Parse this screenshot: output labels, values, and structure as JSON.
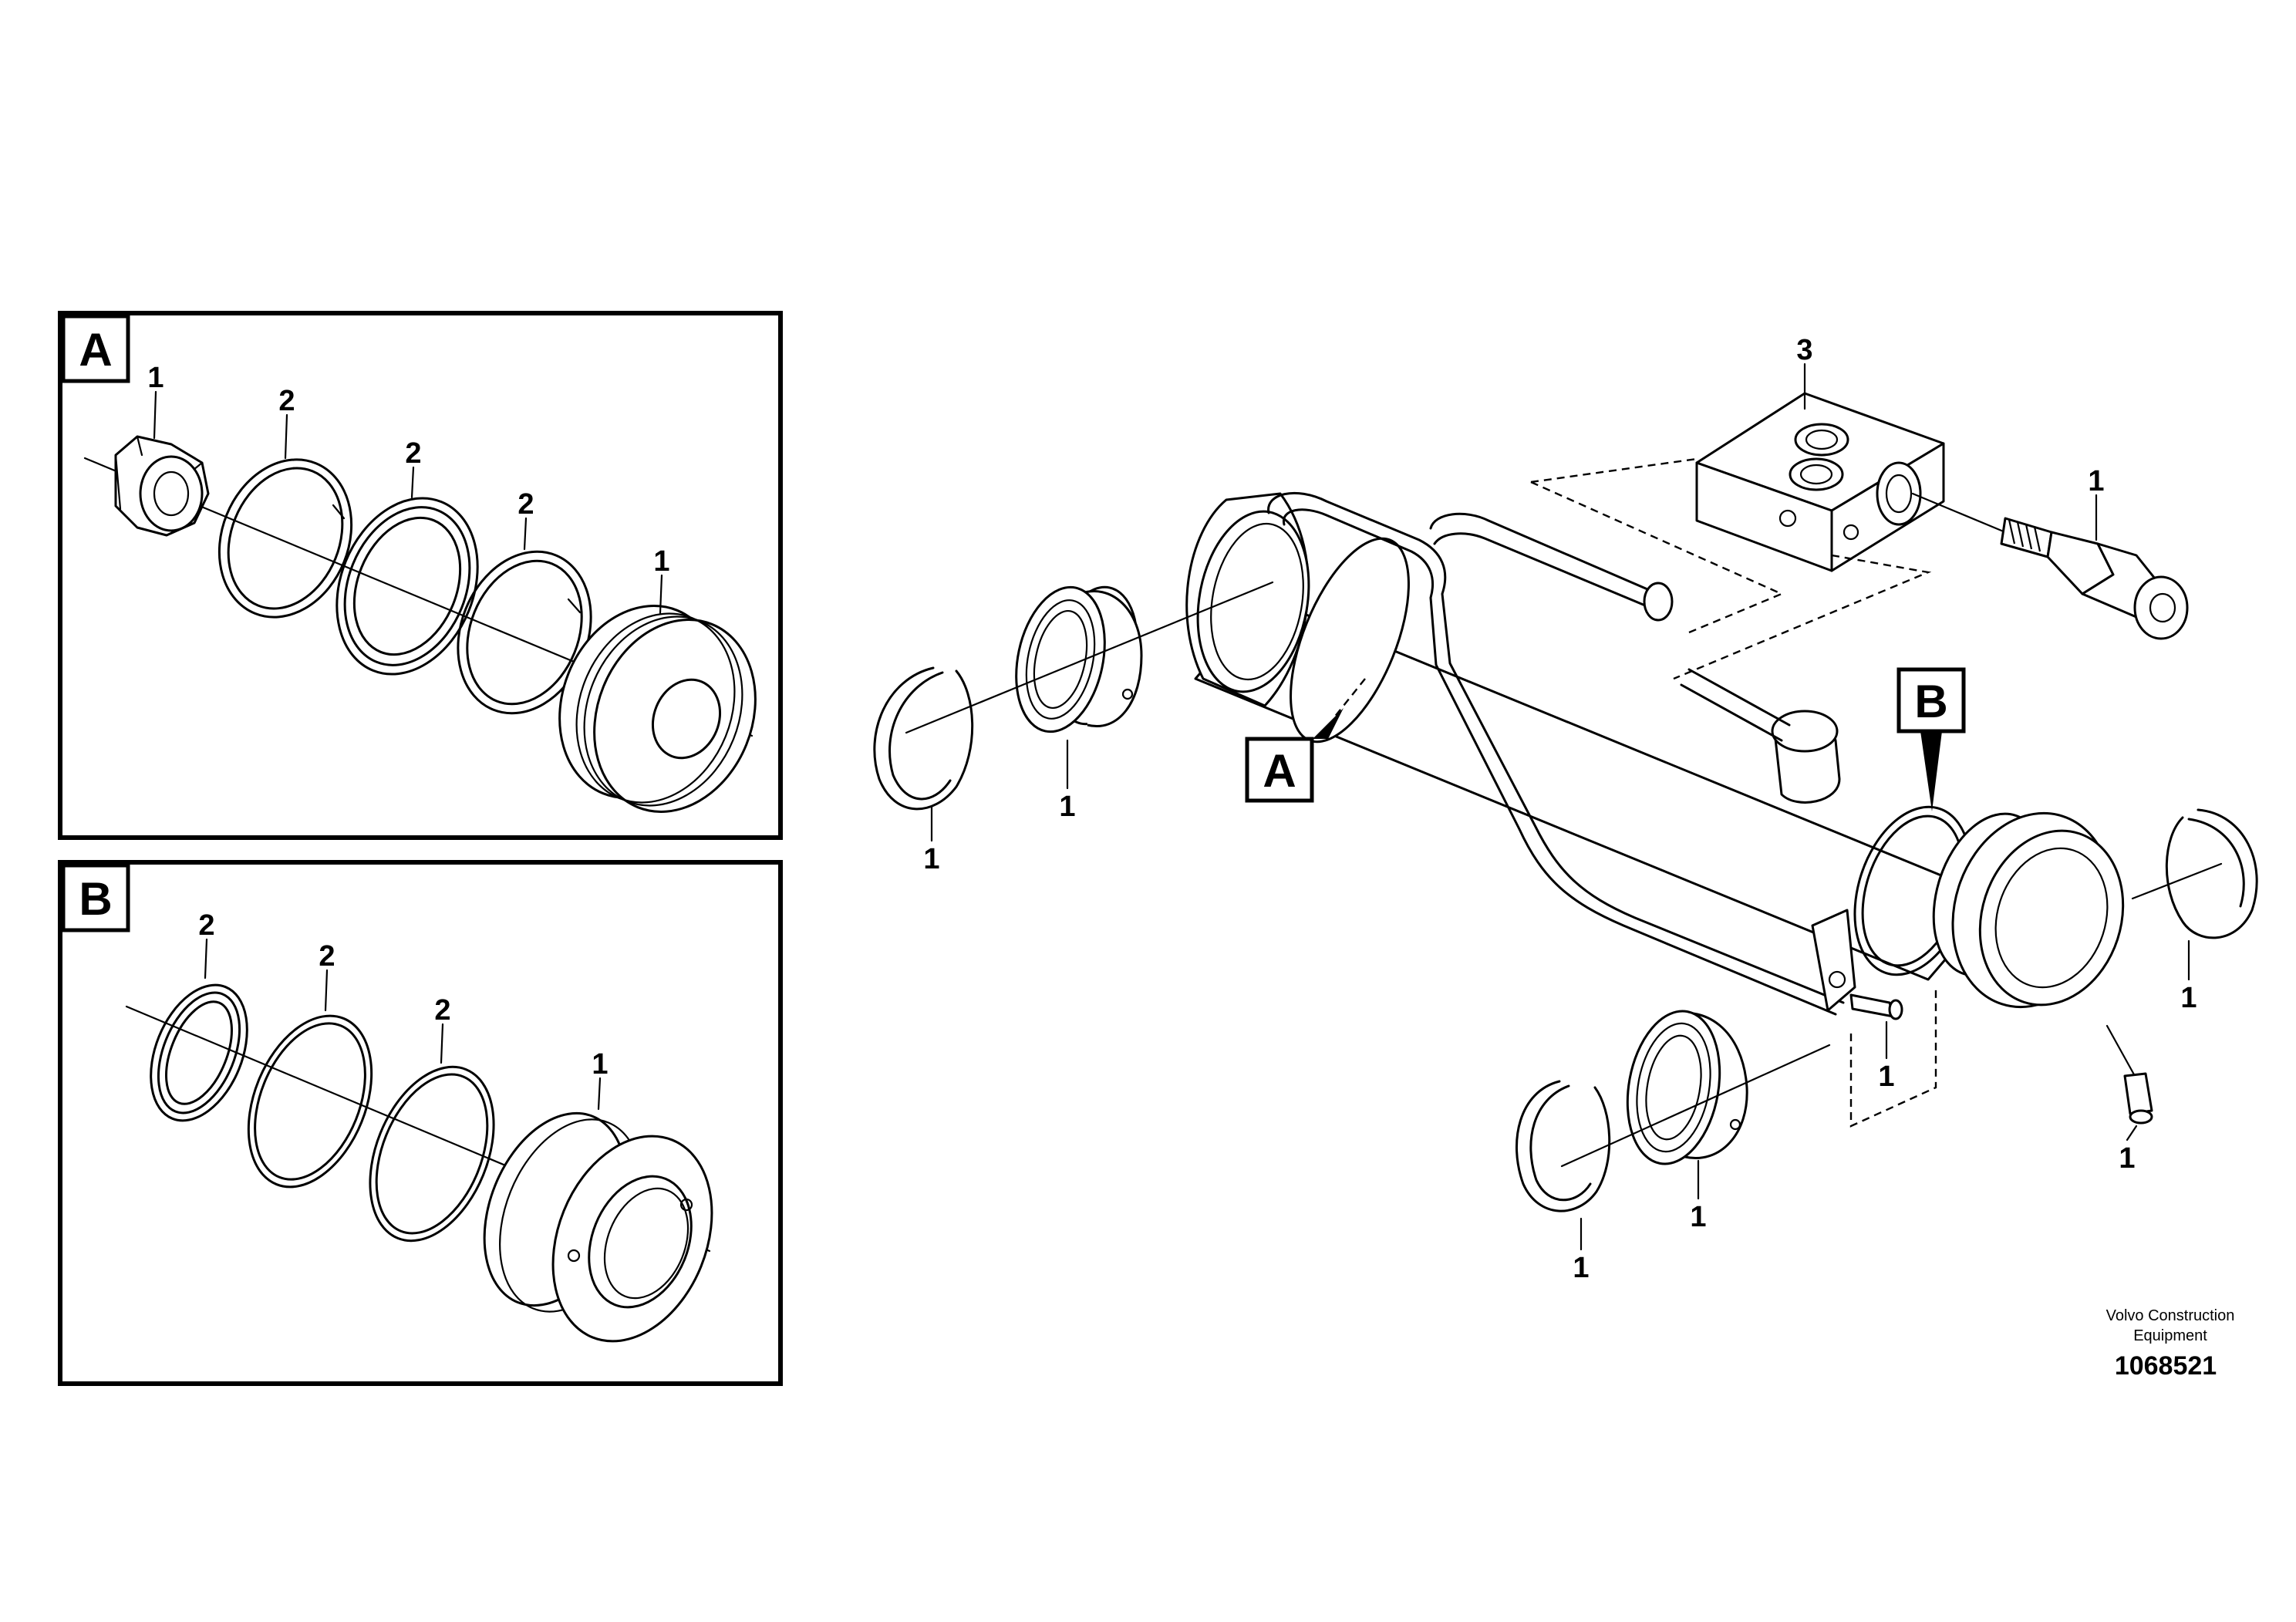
{
  "panels": {
    "a": {
      "tag": "A",
      "callouts": {
        "nut": "1",
        "ring_1": "2",
        "seal_1": "2",
        "ring_2": "2",
        "piston": "1"
      }
    },
    "b": {
      "tag": "B",
      "callouts": {
        "seal_1": "2",
        "ring_1": "2",
        "ring_2": "2",
        "guide": "1"
      }
    }
  },
  "main": {
    "tag_a": "A",
    "tag_b": "B",
    "callouts": {
      "valve_block": "3",
      "relief_valve": "1",
      "circlip_left": "1",
      "bearing_left": "1",
      "circlip_right": "1",
      "grease_nipple_lug": "1",
      "grease_nipple_eye": "1",
      "bearing_bottom": "1",
      "circlip_bottom": "1"
    }
  },
  "footer": {
    "brand_line1": "Volvo Construction",
    "brand_line2": "Equipment",
    "drawing_number": "1068521"
  }
}
